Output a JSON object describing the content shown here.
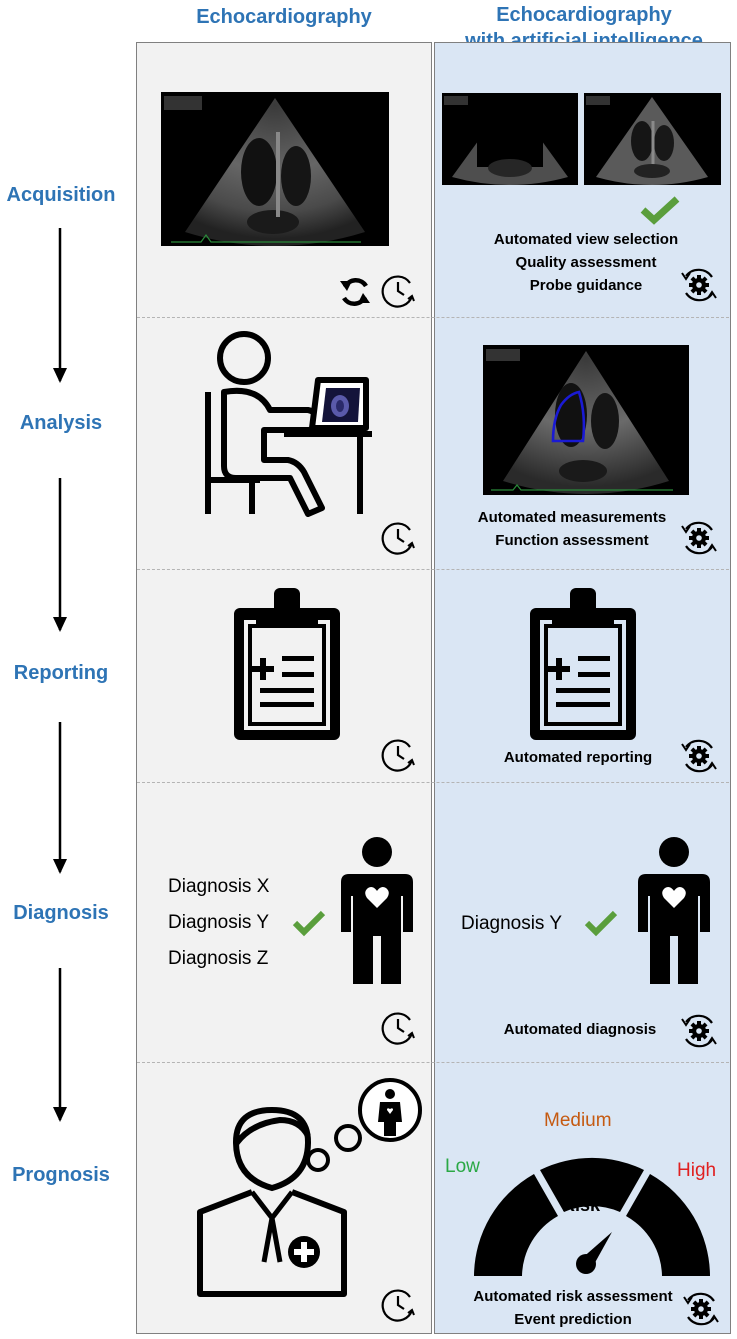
{
  "headers": {
    "left": "Echocardiography",
    "right_line1": "Echocardiography",
    "right_line2": "with artificial intelligence"
  },
  "stages": [
    "Acquisition",
    "Analysis",
    "Reporting",
    "Diagnosis",
    "Prognosis"
  ],
  "acquisition": {
    "ai_captions": [
      "Automated view selection",
      "Quality assessment",
      "Probe guidance"
    ]
  },
  "analysis": {
    "ai_captions": [
      "Automated measurements",
      "Function assessment"
    ]
  },
  "reporting": {
    "ai_captions": [
      "Automated reporting"
    ]
  },
  "diagnosis": {
    "left_items": [
      "Diagnosis X",
      "Diagnosis Y",
      "Diagnosis Z"
    ],
    "right_item": "Diagnosis Y",
    "ai_captions": [
      "Automated diagnosis"
    ]
  },
  "prognosis": {
    "gauge": {
      "low": "Low",
      "medium": "Medium",
      "high": "High",
      "center": "Risk"
    },
    "ai_captions": [
      "Automated risk assessment",
      "Event prediction"
    ]
  },
  "colors": {
    "stage_blue": "#2e74b5",
    "check_green": "#5a9e3c",
    "low_green": "#2aa845",
    "medium_orange": "#c55a11",
    "high_red": "#e02020",
    "left_bg": "#f2f2f2",
    "right_bg": "#dae6f4"
  }
}
